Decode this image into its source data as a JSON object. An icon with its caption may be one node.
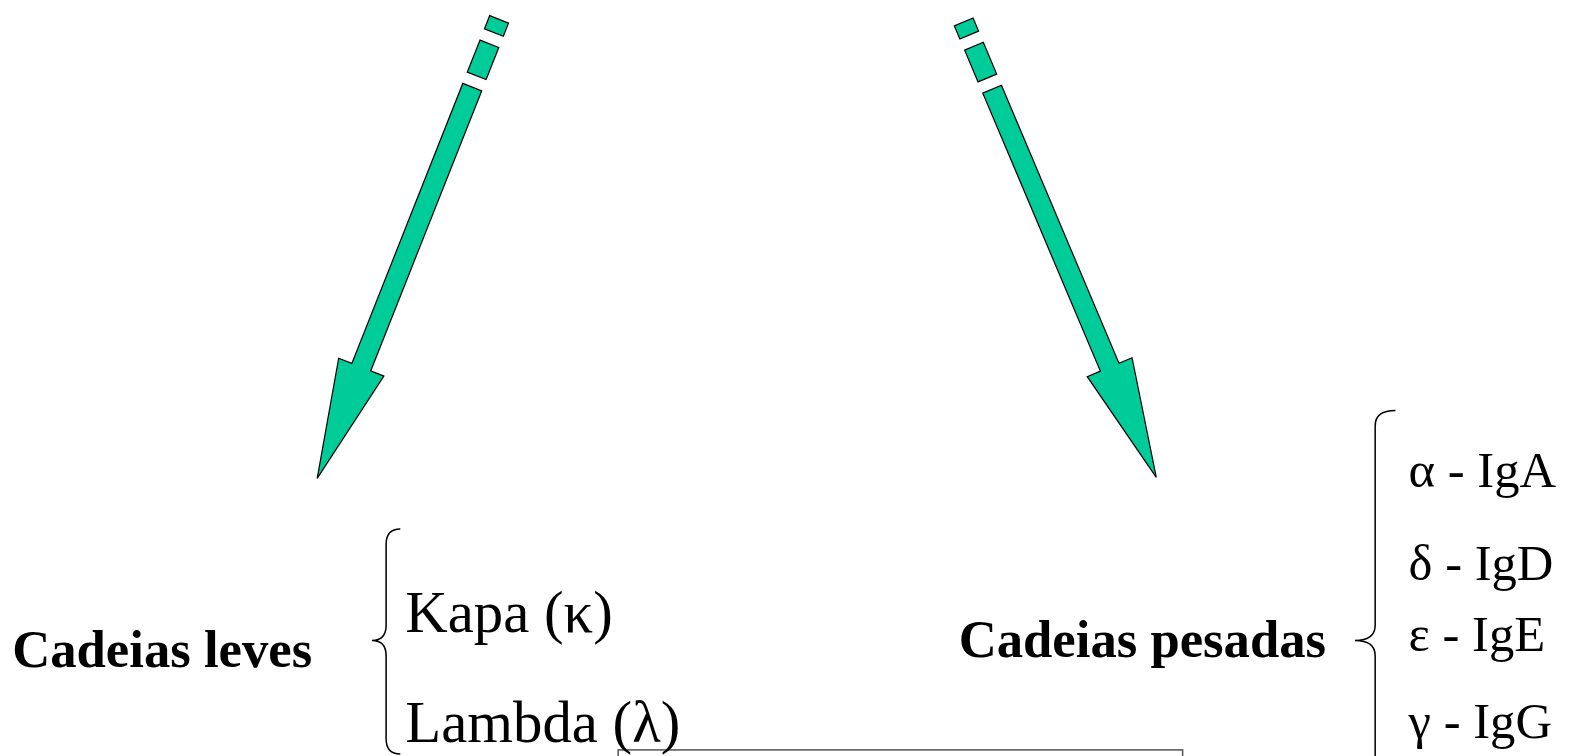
{
  "diagram": {
    "nodes": [
      {
        "text": [
          "Cadeias leves"
        ]
      },
      {
        "text": [
          "Cadeias pesadas"
        ]
      },
      {
        "text": [],
        "shape": "box"
      }
    ],
    "labels": [
      "Kapa (κ)",
      "Lambda (λ)",
      "α - IgA",
      "δ - IgD",
      "ε - IgE",
      "γ - IgG"
    ]
  }
}
